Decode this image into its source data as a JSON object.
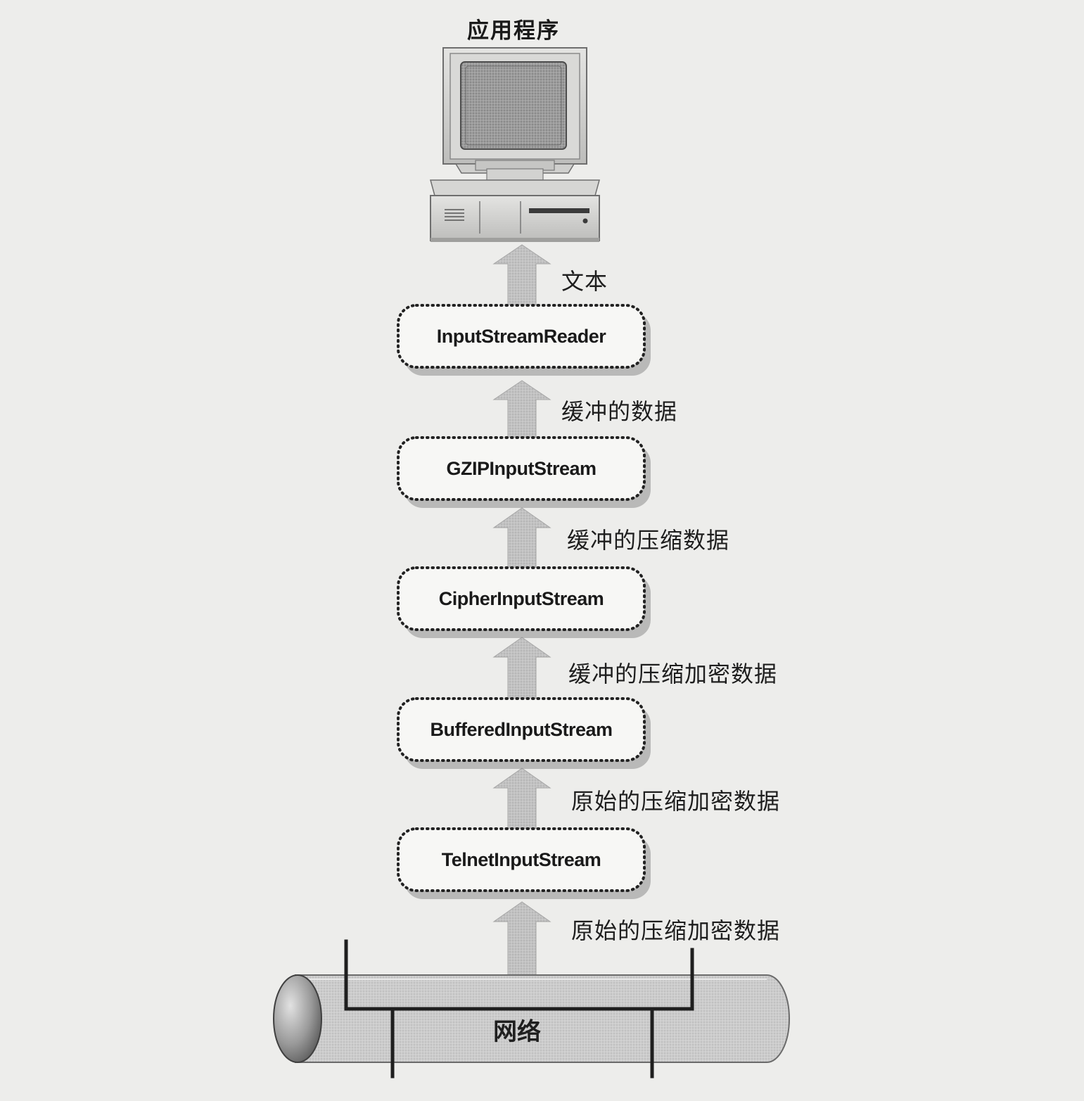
{
  "diagram": {
    "top_label": "应用程序",
    "network_label": "网络",
    "layers": [
      {
        "name": "InputStreamReader"
      },
      {
        "name": "GZIPInputStream"
      },
      {
        "name": "CipherInputStream"
      },
      {
        "name": "BufferedInputStream"
      },
      {
        "name": "TelnetInputStream"
      }
    ],
    "flows": [
      {
        "label": "文本"
      },
      {
        "label": "缓冲的数据"
      },
      {
        "label": "缓冲的压缩数据"
      },
      {
        "label": "缓冲的压缩加密数据"
      },
      {
        "label": "原始的压缩加密数据"
      },
      {
        "label": "原始的压缩加密数据"
      }
    ]
  },
  "icons": {
    "computer": "desktop-computer-icon",
    "network": "network-pipe-icon",
    "arrow": "up-arrow-icon"
  },
  "colors": {
    "background": "#ededeb",
    "box_fill": "#f7f7f5",
    "box_border": "#222222",
    "arrow_fill": "#bdbdbd",
    "pipe_fill": "#c9c9c9"
  }
}
